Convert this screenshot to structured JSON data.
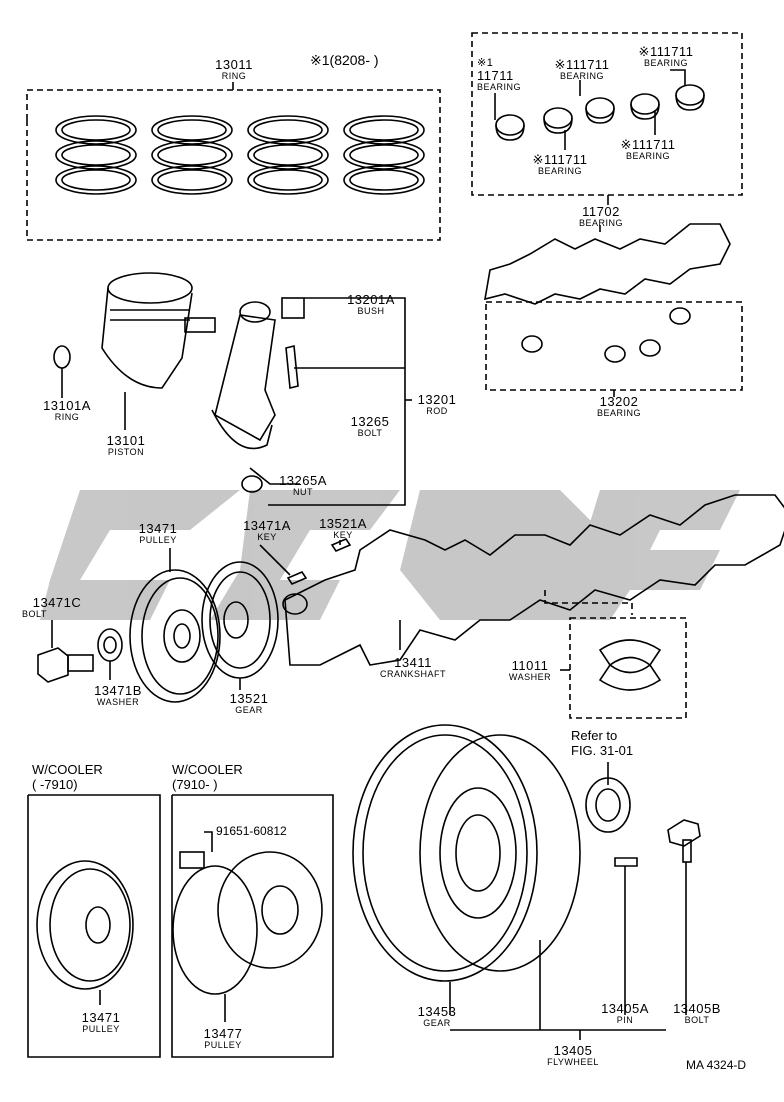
{
  "diagram_code": "MA 4324-D",
  "watermark_color": "#9a9a9a",
  "note_symbol": "※1",
  "serial_note": "(8208-        )",
  "parts": {
    "ring_set": {
      "number": "13011",
      "name": "RING"
    },
    "bearing_upper_left": {
      "mark": "※1",
      "number": "11711",
      "name": "BEARING"
    },
    "bearing_upper_mid": {
      "mark": "※1",
      "number": "11711",
      "name": "BEARING"
    },
    "bearing_upper_right": {
      "mark": "※1",
      "number": "11711",
      "name": "BEARING"
    },
    "bearing_lower_mid": {
      "mark": "※1",
      "number": "11711",
      "name": "BEARING"
    },
    "bearing_lower_right": {
      "mark": "※1",
      "number": "11711",
      "name": "BEARING"
    },
    "main_bearing": {
      "number": "11702",
      "name": "BEARING"
    },
    "bush": {
      "number": "13201A",
      "name": "BUSH"
    },
    "rod": {
      "number": "13201",
      "name": "ROD"
    },
    "rod_bolt": {
      "number": "13265",
      "name": "BOLT"
    },
    "rod_nut": {
      "number": "13265A",
      "name": "NUT"
    },
    "rod_bearing": {
      "number": "13202",
      "name": "BEARING"
    },
    "piston_ring": {
      "number": "13101A",
      "name": "RING"
    },
    "piston": {
      "number": "13101",
      "name": "PISTON"
    },
    "pulley": {
      "number": "13471",
      "name": "PULLEY"
    },
    "pulley_key": {
      "number": "13471A",
      "name": "KEY"
    },
    "gear_key": {
      "number": "13521A",
      "name": "KEY"
    },
    "pulley_bolt": {
      "number": "13471C",
      "name": "BOLT"
    },
    "pulley_washer": {
      "number": "13471B",
      "name": "WASHER"
    },
    "gear": {
      "number": "13521",
      "name": "GEAR"
    },
    "crankshaft": {
      "number": "13411",
      "name": "CRANKSHAFT"
    },
    "thrust_washer": {
      "number": "11011",
      "name": "WASHER"
    },
    "cooler_pulley": {
      "number": "13471",
      "name": "PULLEY"
    },
    "cooler_pulley_new": {
      "number": "13477",
      "name": "PULLEY"
    },
    "ring_gear": {
      "number": "13453",
      "name": "GEAR"
    },
    "flywheel_pin": {
      "number": "13405A",
      "name": "PIN"
    },
    "flywheel_bolt": {
      "number": "13405B",
      "name": "BOLT"
    },
    "flywheel": {
      "number": "13405",
      "name": "FLYWHEEL"
    }
  },
  "refer": {
    "line1": "Refer to",
    "line2": "FIG. 31-01"
  },
  "cooler_old": {
    "title": "W/COOLER",
    "range": "(        -7910)"
  },
  "cooler_new": {
    "title": "W/COOLER",
    "range": "(7910-        )"
  },
  "cooler_bolt_part": "91651-60812"
}
